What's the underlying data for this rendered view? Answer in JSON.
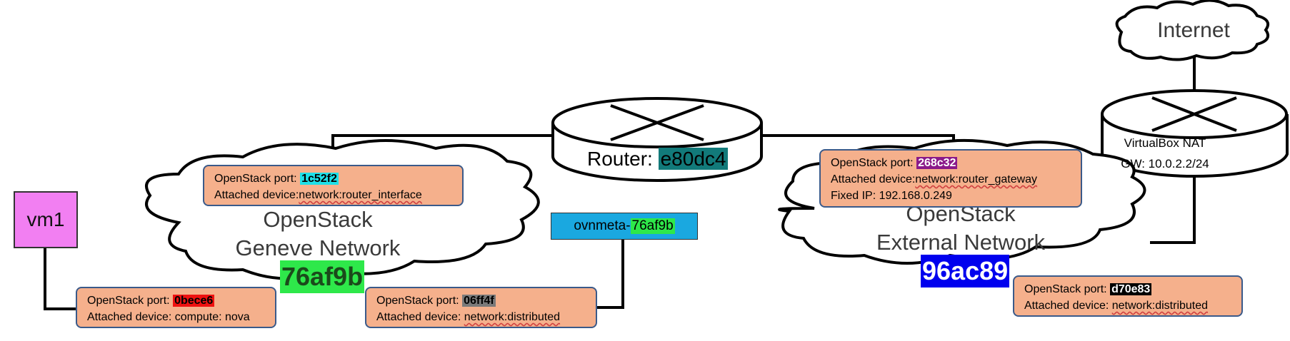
{
  "internet": {
    "label": "Internet"
  },
  "router": {
    "label_prefix": "Router: ",
    "id": "e80dc4",
    "id_color": "#127a7a"
  },
  "nat": {
    "line1": "VirtualBox NAT",
    "line2": "GW: 10.0.2.2/24"
  },
  "geneve_network": {
    "line1": "OpenStack",
    "line2": "Geneve Network",
    "id": "76af9b",
    "id_color": "#2ee84a"
  },
  "external_network": {
    "line1": "OpenStack",
    "line2": "External Network",
    "id": "96ac89",
    "id_color": "#0000ee"
  },
  "vm": {
    "label": "vm1",
    "color": "#f27ff2"
  },
  "ovnmeta": {
    "prefix": "ovnmeta-",
    "id": "76af9b"
  },
  "ports": {
    "router_interface": {
      "port_label": "OpenStack port: ",
      "port_id": "1c52f2",
      "port_color": "#1ee0e8",
      "device_prefix": "Attached device:",
      "device_value": "network:router_interface"
    },
    "router_gateway": {
      "port_label": "OpenStack port: ",
      "port_id": "268c32",
      "port_color": "#8a1a8a",
      "device_prefix": "Attached device:",
      "device_value": "network:router_gateway",
      "fixed_ip": "Fixed IP: 192.168.0.249"
    },
    "vm_port": {
      "port_label": "OpenStack port: ",
      "port_id": "0bece6",
      "port_color": "#ee1111",
      "device_text": "Attached device: compute: nova"
    },
    "geneve_dhcp": {
      "port_label": "OpenStack port: ",
      "port_id": "06ff4f",
      "port_color": "#7a7a7a",
      "device_prefix": "Attached device: ",
      "device_value": "network:distributed"
    },
    "external_dist": {
      "port_label": "OpenStack port: ",
      "port_id": "d70e83",
      "port_color": "#000000",
      "device_prefix": "Attached device: ",
      "device_value": "network:distributed"
    }
  },
  "colors": {
    "port_fill": "#f5b08c",
    "port_border": "#3a5a8a",
    "ovnmeta_fill": "#1aa8e0"
  }
}
